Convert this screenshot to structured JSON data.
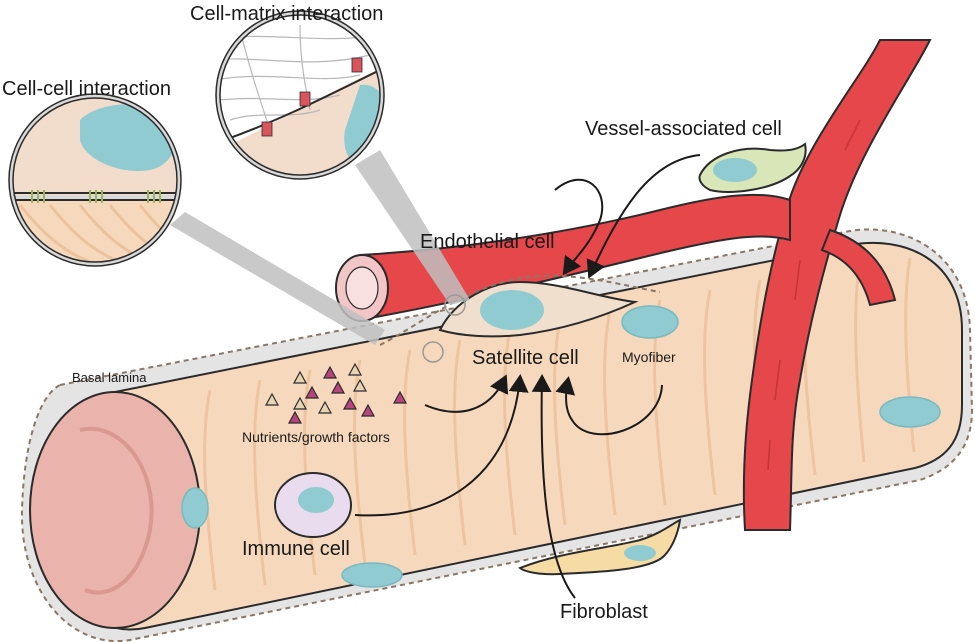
{
  "labels": {
    "cell_matrix": "Cell-matrix interaction",
    "cell_cell": "Cell-cell interaction",
    "vessel_associated": "Vessel-associated cell",
    "endothelial": "Endothelial cell",
    "basal_lamina": "Basal lamina",
    "satellite": "Satellite cell",
    "myofiber": "Myofiber",
    "nutrients": "Nutrients/growth factors",
    "immune": "Immune cell",
    "fibroblast": "Fibroblast"
  },
  "colors": {
    "muscle": "#f6d9bd",
    "muscle_end": "#eab3ac",
    "vessel": "#e5474b",
    "nucleus": "#8fcbd1",
    "vessel_cell": "#d9e6b8",
    "fibroblast": "#f6dca4",
    "immune": "#eadcef",
    "outline": "#2b2b2b"
  }
}
